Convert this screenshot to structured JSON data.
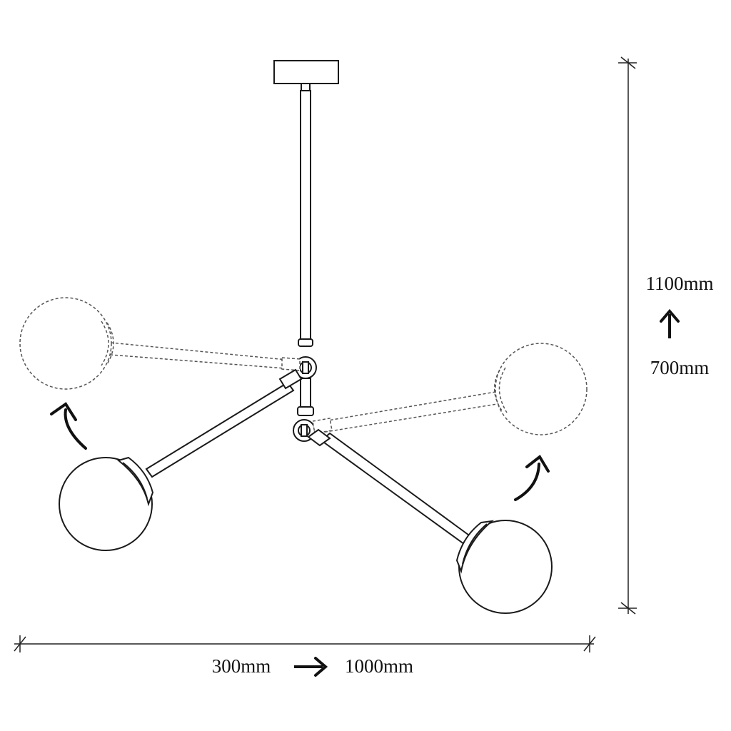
{
  "dimensions": {
    "height": {
      "max_label": "1100mm",
      "min_label": "700mm",
      "arrow_icon": "arrow-up-icon"
    },
    "width": {
      "min_label": "300mm",
      "max_label": "1000mm",
      "arrow_icon": "arrow-right-icon"
    }
  },
  "colors": {
    "line": "#1a1a1a",
    "dashed": "#555555",
    "background": "#ffffff"
  }
}
